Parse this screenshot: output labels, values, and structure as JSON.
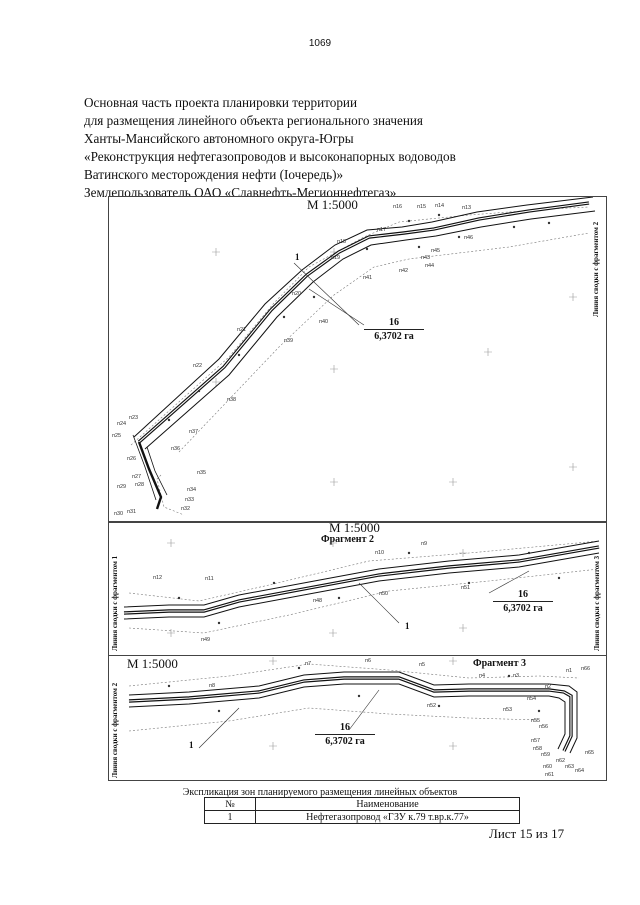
{
  "page_number": "1069",
  "header_lines": [
    "Основная часть проекта планировки территории",
    "для размещения линейного объекта регионального значения",
    "Ханты-Мансийского автономного округа-Югры",
    "«Реконструкция нефтегазопроводов и высоконапорных водоводов",
    "Ватинского месторождения нефти (Iочередь)»",
    "Землепользователь ОАО «Славнефть-Мегионнефтегаз»"
  ],
  "fragments": [
    {
      "scale": "М 1:5000",
      "title": "",
      "side_labels": [
        "Линия сводки с фрагментом 2"
      ],
      "zone_number": "16",
      "zone_area": "6,3702 га",
      "object_number": "1",
      "points": [
        "п16",
        "п15",
        "п14",
        "п13",
        "п17",
        "п18",
        "п19",
        "п20",
        "п21",
        "п22",
        "п23",
        "п24",
        "п25",
        "п26",
        "п27",
        "п28",
        "п29",
        "п30",
        "п31",
        "п32",
        "п33",
        "п34",
        "п35",
        "п36",
        "п37",
        "п38",
        "п39",
        "п40",
        "п41",
        "п42",
        "п43",
        "п44",
        "п45",
        "п46"
      ]
    },
    {
      "scale": "М 1:5000",
      "title": "Фрагмент 2",
      "side_labels": [
        "Линия сводки с фрагментом 1",
        "Линия сводки с фрагментом 3"
      ],
      "zone_number": "16",
      "zone_area": "6,3702 га",
      "object_number": "1",
      "points": [
        "п9",
        "п10",
        "п11",
        "п12",
        "п48",
        "п49",
        "п50",
        "п51"
      ]
    },
    {
      "scale": "М 1:5000",
      "title": "Фрагмент 3",
      "side_labels": [
        "Линия сводки с фрагментом 2"
      ],
      "zone_number": "16",
      "zone_area": "6,3702 га",
      "object_number": "1",
      "points": [
        "п1",
        "п2",
        "п3",
        "п4",
        "п5",
        "п6",
        "п7",
        "п8",
        "п52",
        "п53",
        "п54",
        "п55",
        "п56",
        "п57",
        "п58",
        "п59",
        "п60",
        "п61",
        "п62",
        "п63",
        "п64",
        "п65",
        "п66"
      ]
    }
  ],
  "explication": {
    "title": "Экспликация зон планируемого размещения линейных объектов",
    "headers": [
      "№",
      "Наименование"
    ],
    "rows": [
      [
        "1",
        "Нефтегазопровод «ГЗУ к.79 т.вр.к.77»"
      ]
    ]
  },
  "sheet_label": "Лист 15 из 17"
}
